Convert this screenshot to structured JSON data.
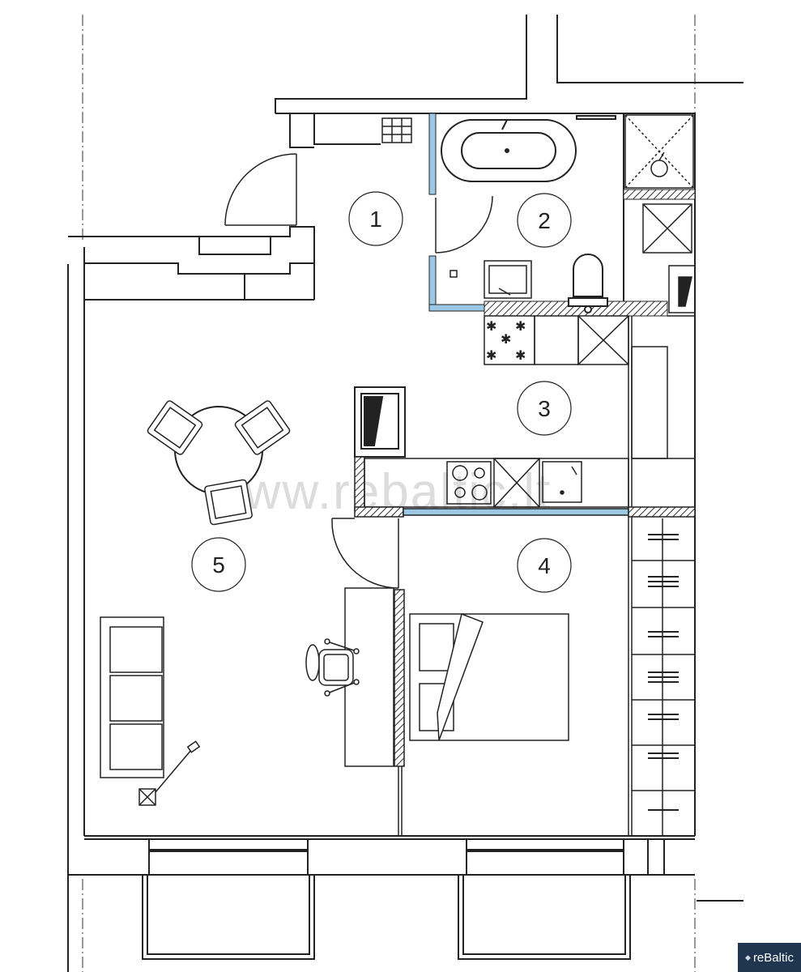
{
  "plan": {
    "rooms": [
      {
        "id": "room-1",
        "label": "1"
      },
      {
        "id": "room-2",
        "label": "2"
      },
      {
        "id": "room-3",
        "label": "3"
      },
      {
        "id": "room-4",
        "label": "4"
      },
      {
        "id": "room-5",
        "label": "5"
      }
    ],
    "watermark": "www.rebaltic.lt",
    "logo_mark": "◆",
    "logo_text": "reBaltic"
  },
  "colors": {
    "line": "#222222",
    "window": "#9cc8e6",
    "wall_hatch": "#555555",
    "floor": "#ffffff"
  }
}
